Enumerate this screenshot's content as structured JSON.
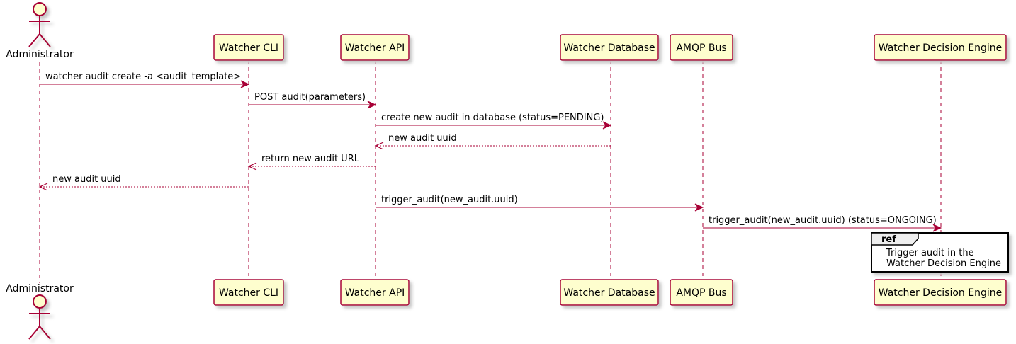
{
  "colors": {
    "participant_fill": "#FEFECE",
    "border": "#A80036",
    "arrow": "#A80036",
    "ref_border": "#000000",
    "ref_fill": "#FFFFFF",
    "ref_header_fill": "#EEEEEE",
    "shadow": "#C8C8C8",
    "text": "#000000"
  },
  "participants": [
    {
      "id": "admin",
      "label": "Administrator",
      "kind": "actor",
      "icon": "actor-stick-figure"
    },
    {
      "id": "cli",
      "label": "Watcher CLI",
      "kind": "participant"
    },
    {
      "id": "api",
      "label": "Watcher API",
      "kind": "participant"
    },
    {
      "id": "db",
      "label": "Watcher Database",
      "kind": "participant"
    },
    {
      "id": "amqp",
      "label": "AMQP Bus",
      "kind": "participant"
    },
    {
      "id": "engine",
      "label": "Watcher Decision Engine",
      "kind": "participant"
    }
  ],
  "messages": [
    {
      "from": "admin",
      "to": "cli",
      "label": "watcher audit create -a <audit_template>",
      "style": "solid"
    },
    {
      "from": "cli",
      "to": "api",
      "label": "POST audit(parameters)",
      "style": "solid"
    },
    {
      "from": "api",
      "to": "db",
      "label": "create new audit in database (status=PENDING)",
      "style": "solid"
    },
    {
      "from": "db",
      "to": "api",
      "label": "new audit uuid",
      "style": "dashed"
    },
    {
      "from": "api",
      "to": "cli",
      "label": "return new audit URL",
      "style": "dashed"
    },
    {
      "from": "cli",
      "to": "admin",
      "label": "new audit uuid",
      "style": "dashed"
    },
    {
      "from": "api",
      "to": "amqp",
      "label": "trigger_audit(new_audit.uuid)",
      "style": "solid"
    },
    {
      "from": "amqp",
      "to": "engine",
      "label": "trigger_audit(new_audit.uuid) (status=ONGOING)",
      "style": "solid"
    }
  ],
  "ref": {
    "over": "engine",
    "title": "ref",
    "lines": [
      "Trigger audit in the",
      "Watcher Decision Engine"
    ]
  }
}
